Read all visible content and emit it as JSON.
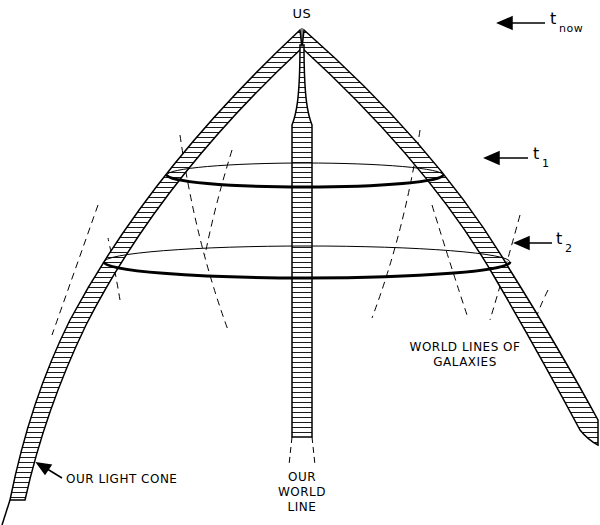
{
  "diagram": {
    "labels": [
      "US",
      "t",
      "now",
      "t",
      "1",
      "t",
      "2",
      "WORLD LINES OF GALAXIES",
      "OUR LIGHT CONE",
      "OUR WORLD LINE"
    ]
  }
}
